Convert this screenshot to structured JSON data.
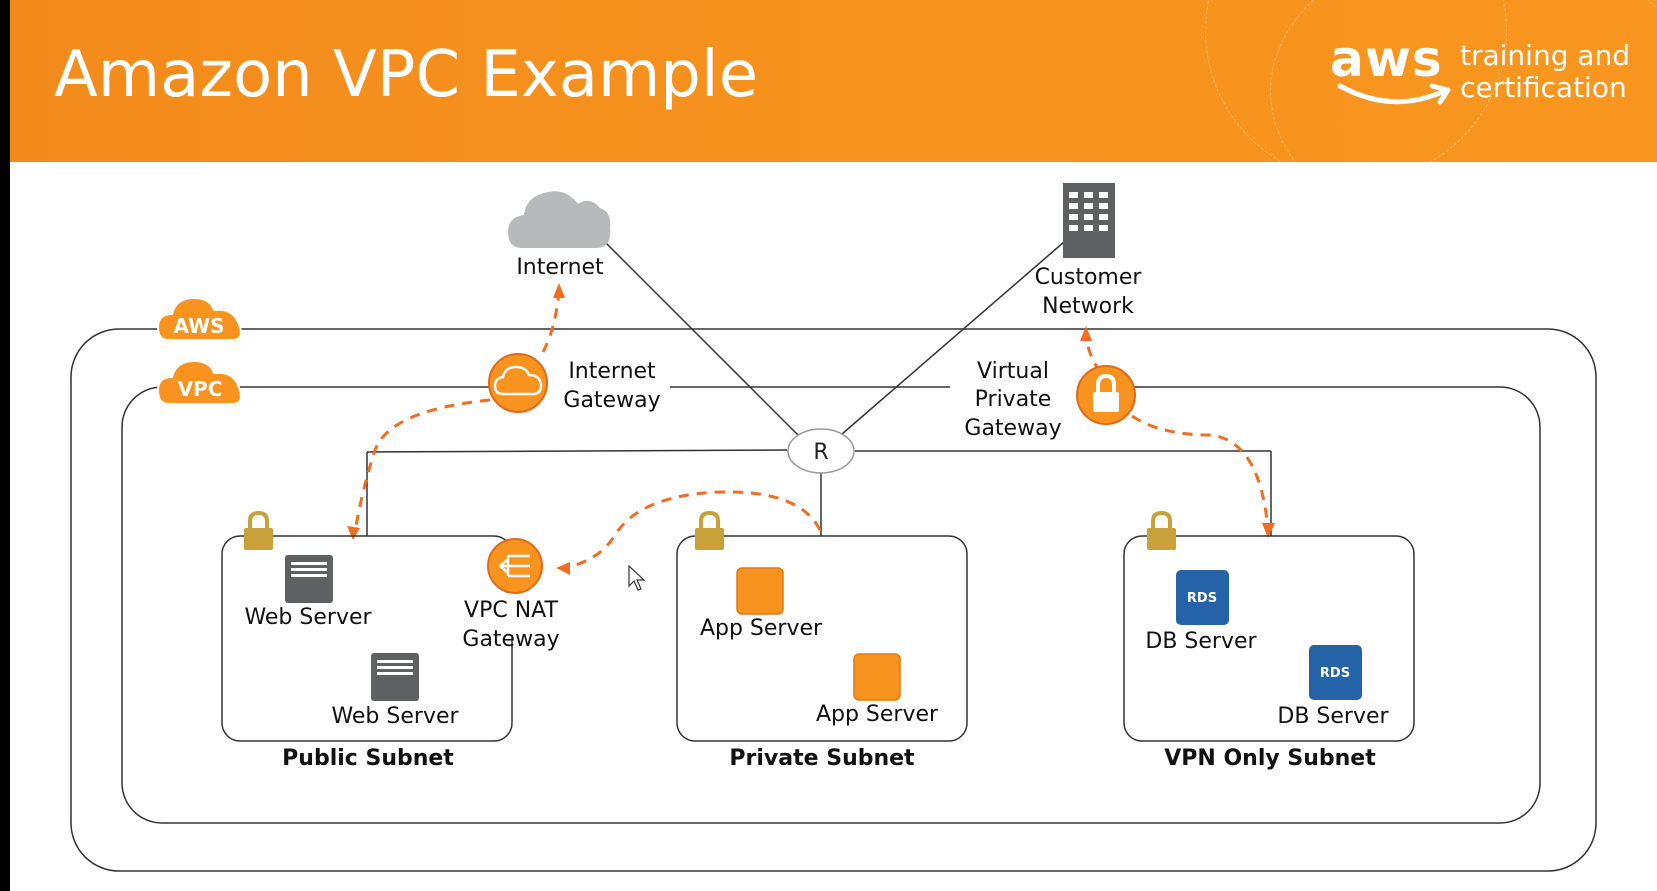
{
  "slide": {
    "title": "Amazon VPC Example",
    "brand": {
      "logo_text": "aws",
      "tagline_line1": "training and",
      "tagline_line2": "certification"
    }
  },
  "diagram": {
    "badges": {
      "aws": "AWS",
      "vpc": "VPC",
      "router": "R",
      "rds_1": "RDS",
      "rds_2": "RDS"
    },
    "external": {
      "internet": "Internet",
      "customer_network_line1": "Customer",
      "customer_network_line2": "Network"
    },
    "gateways": {
      "internet_gateway_line1": "Internet",
      "internet_gateway_line2": "Gateway",
      "vpg_line1": "Virtual",
      "vpg_line2": "Private",
      "vpg_line3": "Gateway",
      "nat_line1": "VPC NAT",
      "nat_line2": "Gateway"
    },
    "subnets": [
      {
        "name": "Public Subnet",
        "servers": [
          "Web Server",
          "Web Server"
        ]
      },
      {
        "name": "Private Subnet",
        "servers": [
          "App Server",
          "App Server"
        ]
      },
      {
        "name": "VPN Only Subnet",
        "servers": [
          "DB Server",
          "DB Server"
        ]
      }
    ],
    "colors": {
      "orange": "#f7931e",
      "dashed_flow": "#f26c22",
      "server_gray": "#5f6062",
      "rds_blue": "#2563a8",
      "cloud_gray": "#b8b9bb",
      "lock_gold": "#c9a13a"
    }
  }
}
